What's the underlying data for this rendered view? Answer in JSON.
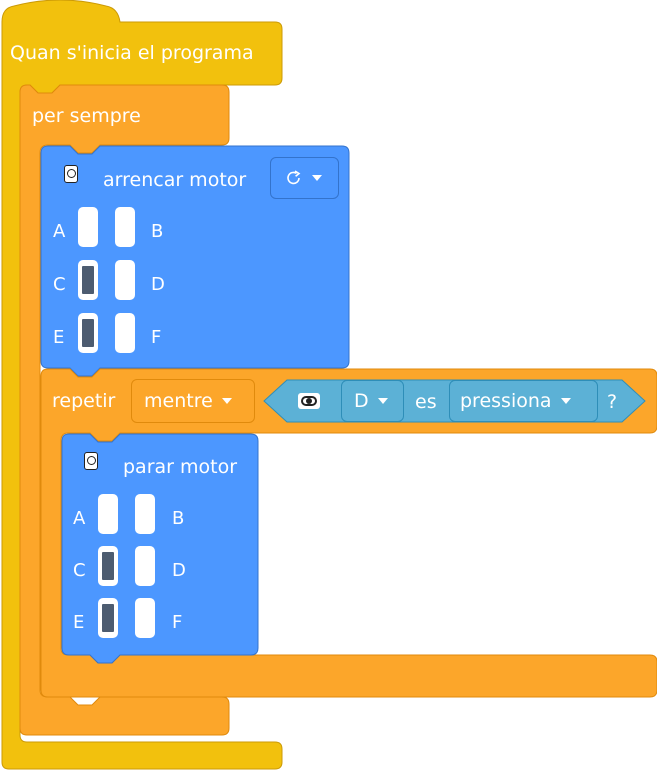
{
  "colors": {
    "events_yellow": "#f2c10d",
    "control_orange": "#fca62a",
    "motor_blue": "#4c97ff",
    "sensor_cyan": "#5cb1d6"
  },
  "hat_block": {
    "label": "Quan s'inicia el programa"
  },
  "forever_block": {
    "label": "per sempre"
  },
  "start_motor_block": {
    "icon": "hub-icon",
    "label": "arrencar motor",
    "direction_icon": "clockwise-arrow-icon",
    "ports": [
      "A",
      "B",
      "C",
      "D",
      "E",
      "F"
    ],
    "selected_ports": [
      "C",
      "E"
    ]
  },
  "repeat_block": {
    "label": "repetir",
    "mode": "mentre",
    "condition": {
      "sensor_icon": "force-sensor-icon",
      "port": "D",
      "connector": "es",
      "state": "pressiona",
      "suffix": "?"
    }
  },
  "stop_motor_block": {
    "icon": "hub-icon",
    "label": "parar motor",
    "ports": [
      "A",
      "B",
      "C",
      "D",
      "E",
      "F"
    ],
    "selected_ports": [
      "C",
      "E"
    ]
  }
}
